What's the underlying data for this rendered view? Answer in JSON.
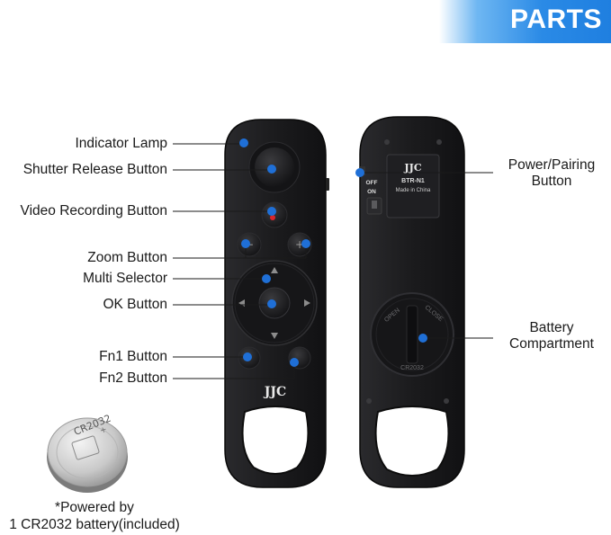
{
  "banner": {
    "title": "PARTS"
  },
  "left_labels": [
    "Indicator Lamp",
    "Shutter Release Button",
    "Video Recording Button",
    "Zoom Button",
    "Multi Selector",
    "OK Button",
    "Fn1 Button",
    "Fn2 Button"
  ],
  "right_labels": {
    "power_line1": "Power/Pairing",
    "power_line2": "Button",
    "battery_line1": "Battery",
    "battery_line2": "Compartment"
  },
  "front": {
    "brand": "JJC"
  },
  "back": {
    "brand": "JJC",
    "model": "BTR-N1",
    "made_in": "Made in China",
    "switch_off": "OFF",
    "switch_on": "ON",
    "cover_open": "OPEN",
    "cover_close": "CLOSE",
    "cover_cell": "CR2032"
  },
  "coin": {
    "text": "CR2032"
  },
  "caption": {
    "line1": "*Powered by",
    "line2": "1 CR2032 battery(included)"
  },
  "colors": {
    "accent": "#2a8ae6",
    "dot": "#1f6fd6",
    "body": "#1d1d1f"
  }
}
